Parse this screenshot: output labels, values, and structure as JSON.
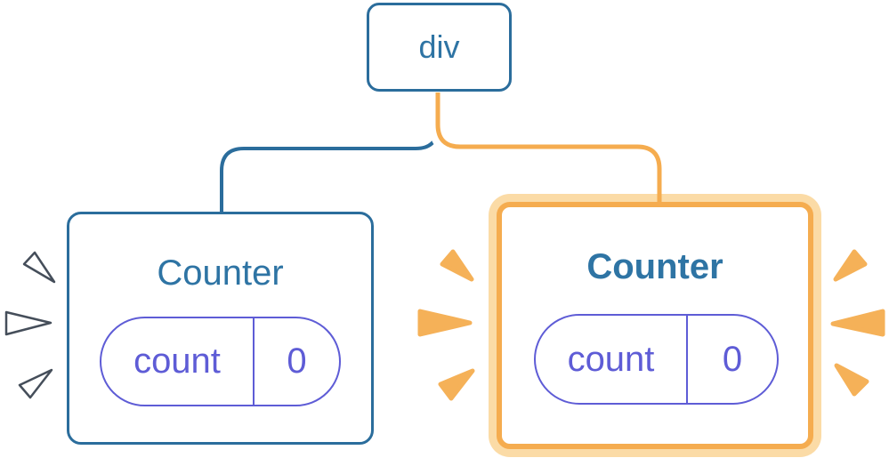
{
  "diagram": {
    "root_node": {
      "label": "div"
    },
    "left_counter": {
      "title": "Counter",
      "state": {
        "key": "count",
        "value": "0"
      }
    },
    "right_counter": {
      "title": "Counter",
      "state": {
        "key": "count",
        "value": "0"
      }
    }
  },
  "icons": {
    "left_burst": "white-burst-sparkle",
    "inner_burst": "orange-burst-sparkle",
    "right_burst": "orange-burst-sparkle"
  },
  "colors": {
    "blue": "#2E74A4",
    "blue_border": "#2B6D9C",
    "purple": "#5E5CD6",
    "orange": "#F5AC4F",
    "orange_light": "#FBDBA6",
    "sparkle_orange": "#F5B158",
    "sparkle_outline": "#454E5A"
  }
}
